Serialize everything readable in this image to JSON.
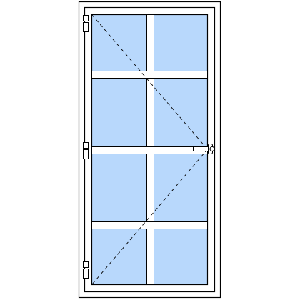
{
  "door": {
    "type": "single-leaf door, left hinged, opening inward",
    "colors": {
      "frame": "#ffffff",
      "outline": "#000000",
      "glass": "#b8d8fc",
      "bars": "#ffffff",
      "swing_line": "#000000"
    },
    "glazing_grid": {
      "columns": 2,
      "rows": 4
    },
    "hinges": {
      "side": "left",
      "count": 3
    },
    "handle": {
      "side": "right",
      "position": "middle"
    },
    "opening_indicator": "dashed"
  }
}
